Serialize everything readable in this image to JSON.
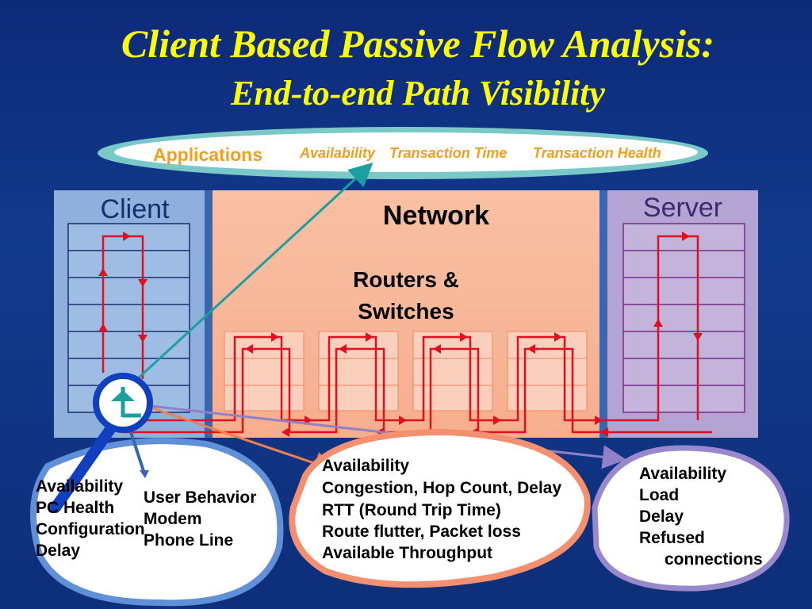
{
  "title": {
    "line1": "Client Based Passive Flow Analysis:",
    "line2": "End-to-end Path Visibility"
  },
  "applications_banner": {
    "label": "Applications",
    "metrics": [
      "Availability",
      "Transaction Time",
      "Transaction Health"
    ]
  },
  "panels": {
    "client": "Client",
    "network": "Network",
    "server": "Server",
    "network_devices": [
      "Routers &",
      "Switches"
    ]
  },
  "callouts": {
    "client_left": [
      "Availability",
      "PC Health",
      "Configuration",
      "Delay"
    ],
    "client_right": [
      "User Behavior",
      "Modem",
      "Phone Line"
    ],
    "network": [
      "Availability",
      "Congestion, Hop Count, Delay",
      "RTT (Round Trip Time)",
      "Route flutter, Packet loss",
      "Available Throughput"
    ],
    "server": [
      "Availability",
      "Load",
      "Delay",
      "Refused",
      "connections"
    ]
  },
  "colors": {
    "title": "#ffff00",
    "banner_text": "#f0a020",
    "flow_line": "#e01020",
    "client_panel": "#8fb0dc",
    "network_panel": "#f8b89a",
    "server_panel": "#b4a4d4",
    "magnifier": "#1040c0"
  },
  "icons": [
    "magnifier-icon",
    "network-tap-icon"
  ]
}
